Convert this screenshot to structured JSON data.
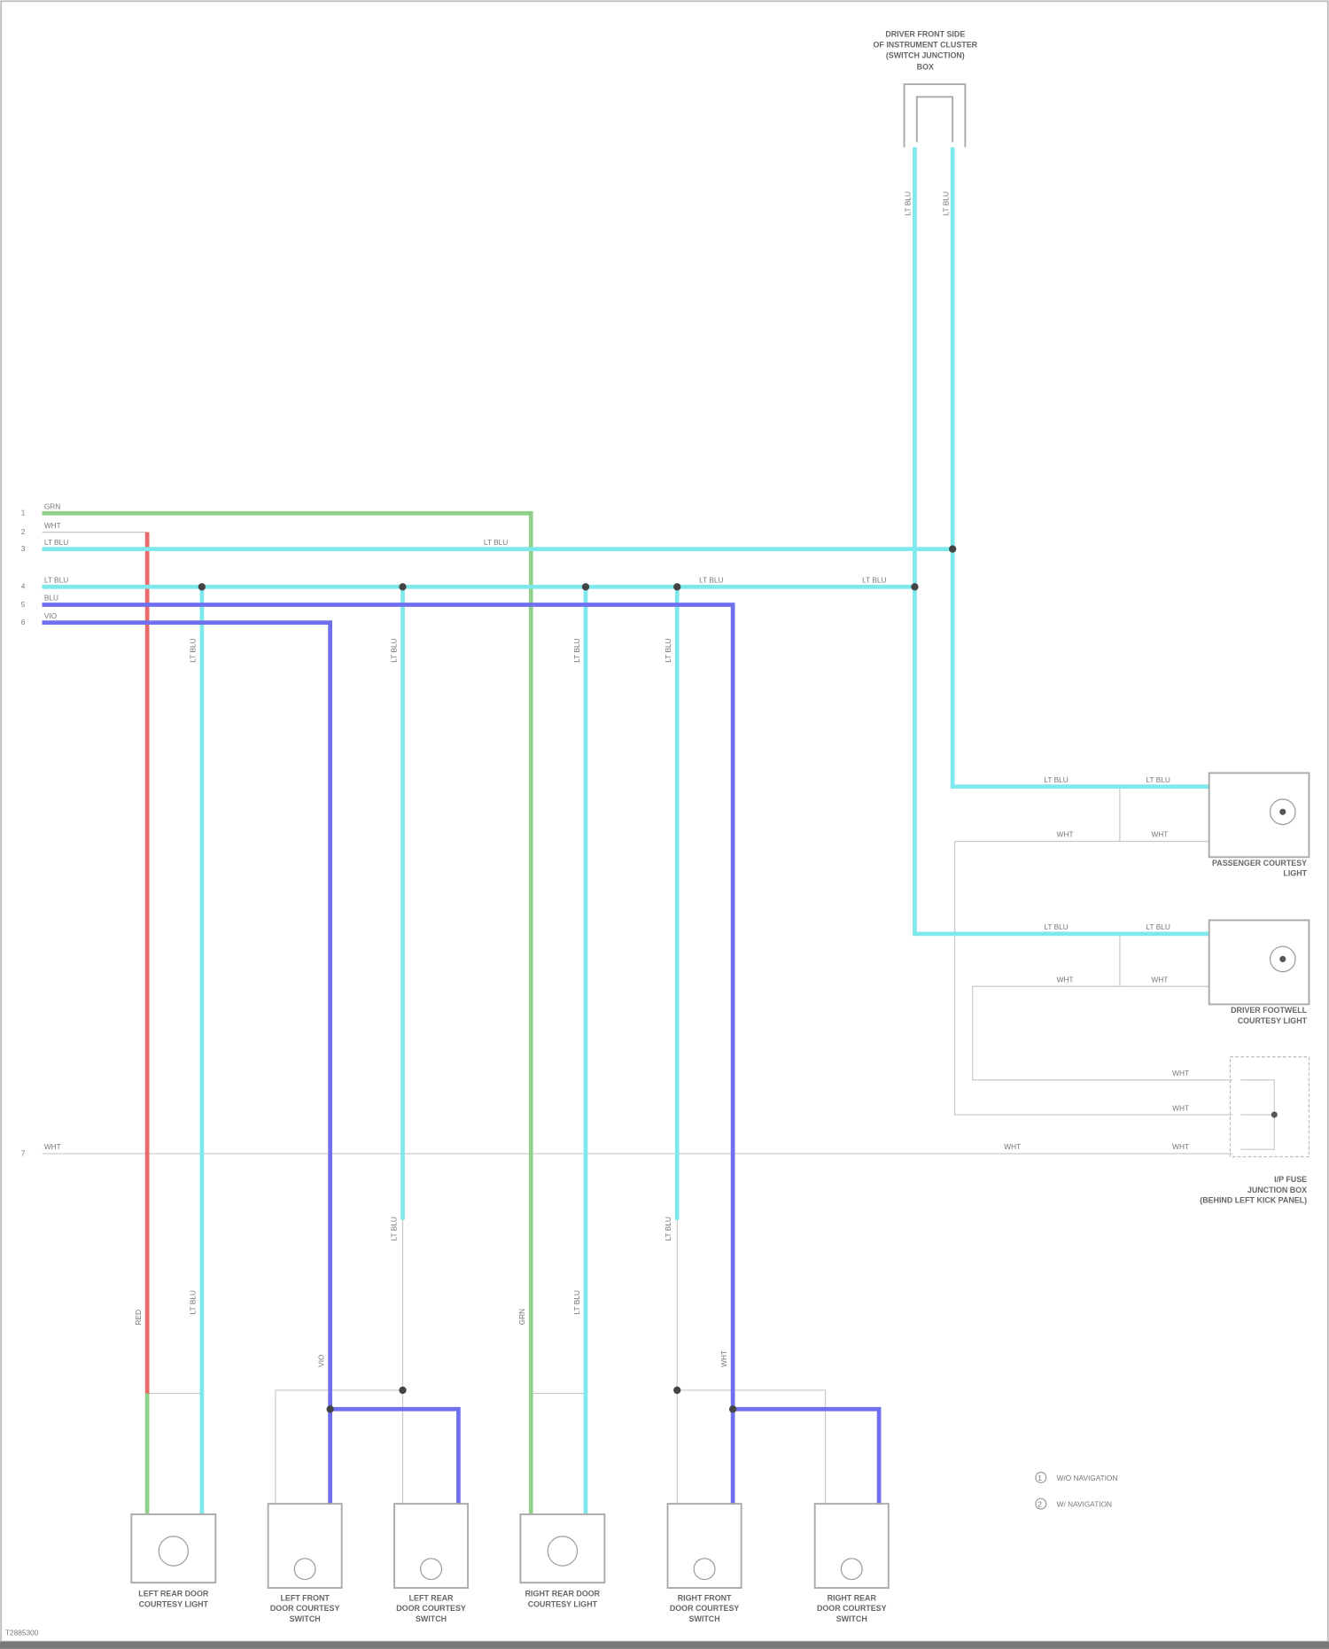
{
  "colors": {
    "lt_blu": "#7fe8ec",
    "grn": "#8fd18a",
    "red": "#e86a6a",
    "vio": "#7070ee",
    "wht": "#c8c8c8"
  },
  "top_component": {
    "label_lines": [
      "DRIVER FRONT SIDE",
      "OF INSTRUMENT CLUSTER",
      "(SWITCH JUNCTION)",
      "BOX"
    ]
  },
  "left_terminals": [
    {
      "pin": "1",
      "wire": "GRN"
    },
    {
      "pin": "2",
      "wire": "WHT"
    },
    {
      "pin": "3",
      "wire": "LT BLU"
    },
    {
      "pin": "4",
      "wire": "LT BLU"
    },
    {
      "pin": "5",
      "wire": "BLU"
    },
    {
      "pin": "6",
      "wire": "VIO"
    },
    {
      "pin": "7",
      "wire": "WHT"
    }
  ],
  "wire_labels": {
    "lt_blu": "LT BLU",
    "wht": "WHT",
    "grn": "GRN",
    "red": "RED",
    "vio": "VIO"
  },
  "right_components": [
    {
      "label_lines": [
        "PASSENGER COURTESY",
        "LIGHT"
      ]
    },
    {
      "label_lines": [
        "DRIVER FOOTWELL",
        "COURTESY LIGHT"
      ]
    },
    {
      "label_lines": [
        "I/P FUSE",
        "JUNCTION BOX",
        "(BEHIND LEFT KICK PANEL)"
      ]
    }
  ],
  "bottom_components": [
    {
      "label_lines": [
        "LEFT REAR DOOR",
        "COURTESY LIGHT"
      ]
    },
    {
      "label_lines": [
        "LEFT FRONT",
        "DOOR COURTESY",
        "SWITCH"
      ]
    },
    {
      "label_lines": [
        "LEFT REAR",
        "DOOR COURTESY",
        "SWITCH"
      ]
    },
    {
      "label_lines": [
        "RIGHT REAR DOOR",
        "COURTESY LIGHT"
      ]
    },
    {
      "label_lines": [
        "RIGHT FRONT",
        "DOOR COURTESY",
        "SWITCH"
      ]
    },
    {
      "label_lines": [
        "RIGHT REAR",
        "DOOR COURTESY",
        "SWITCH"
      ]
    }
  ],
  "legend": [
    {
      "mark": "1",
      "text": "W/O NAVIGATION"
    },
    {
      "mark": "2",
      "text": "W/ NAVIGATION"
    }
  ],
  "footer_id": "T2885300"
}
